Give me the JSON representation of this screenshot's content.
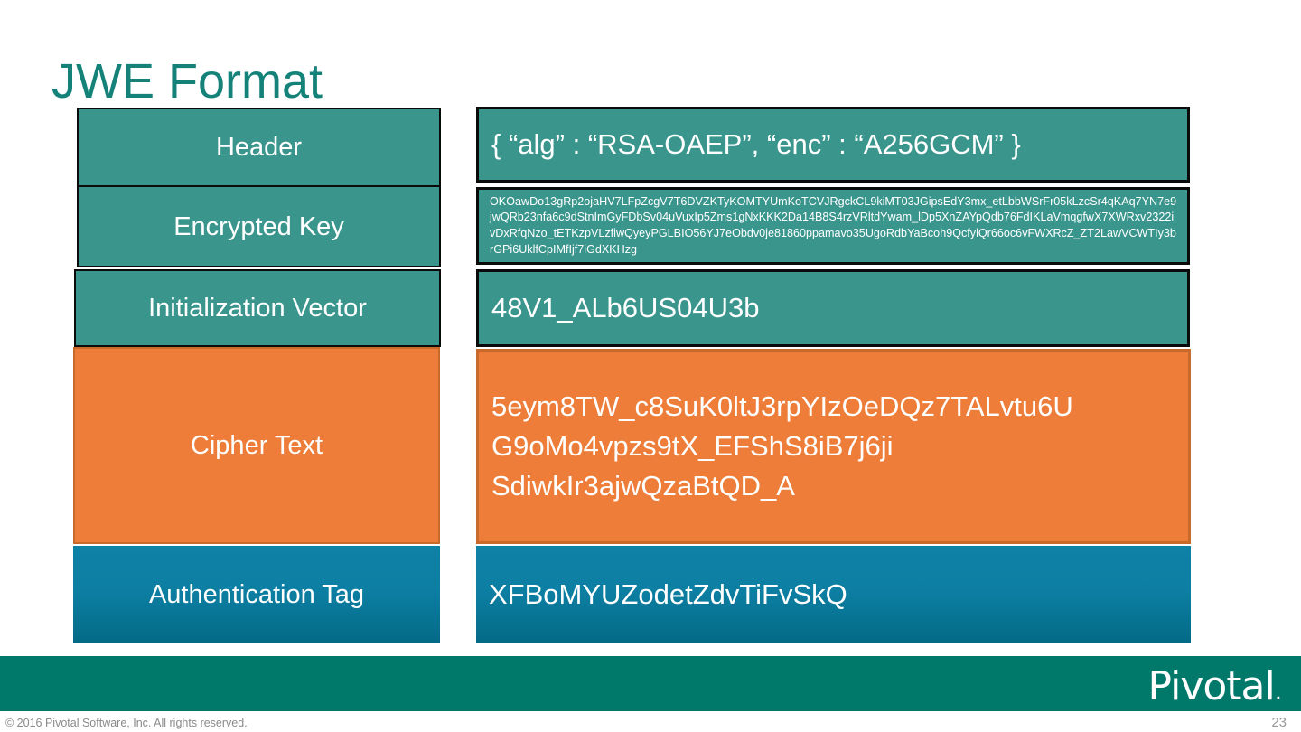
{
  "slide": {
    "title": "JWE Format",
    "title_color": "#148279"
  },
  "colors": {
    "teal_fill": "#3A968D",
    "orange_fill": "#ED7D38",
    "orange_border": "#C96A2D",
    "blue_top": "#0E81A6",
    "blue_bottom": "#036A86",
    "band_teal": "#00796B",
    "box_border": "#0b0b0b",
    "text_white": "#FFFFFF"
  },
  "rows": [
    {
      "label": "Header",
      "value": "{ “alg” : “RSA-OAEP”, “enc” : “A256GCM” }"
    },
    {
      "label": "Encrypted Key",
      "value": "OKOawDo13gRp2ojaHV7LFpZcgV7T6DVZKTyKOMTYUmKoTCVJRgckCL9kiMT03JGipsEdY3mx_etLbbWSrFr05kLzcSr4qKAq7YN7e9jwQRb23nfa6c9dStnImGyFDbSv04uVuxIp5Zms1gNxKKK2Da14B8S4rzVRltdYwam_lDp5XnZAYpQdb76FdIKLaVmqgfwX7XWRxv2322ivDxRfqNzo_tETKzpVLzfiwQyeyPGLBIO56YJ7eObdv0je81860ppamavo35UgoRdbYaBcoh9QcfylQr66oc6vFWXRcZ_ZT2LawVCWTIy3brGPi6UklfCpIMfIjf7iGdXKHzg"
    },
    {
      "label": "Initialization Vector",
      "value": "48V1_ALb6US04U3b"
    },
    {
      "label": "Cipher Text",
      "value_lines": [
        "5eym8TW_c8SuK0ltJ3rpYIzOeDQz7TALvtu6U",
        "G9oMo4vpzs9tX_EFShS8iB7j6ji",
        "SdiwkIr3ajwQzaBtQD_A"
      ]
    },
    {
      "label": "Authentication Tag",
      "value": "XFBoMYUZodetZdvTiFvSkQ"
    }
  ],
  "footer": {
    "logo_text": "Pivotal",
    "logo_dot": ".",
    "copyright": "© 2016 Pivotal Software, Inc.  All rights reserved.",
    "page_number": "23"
  }
}
